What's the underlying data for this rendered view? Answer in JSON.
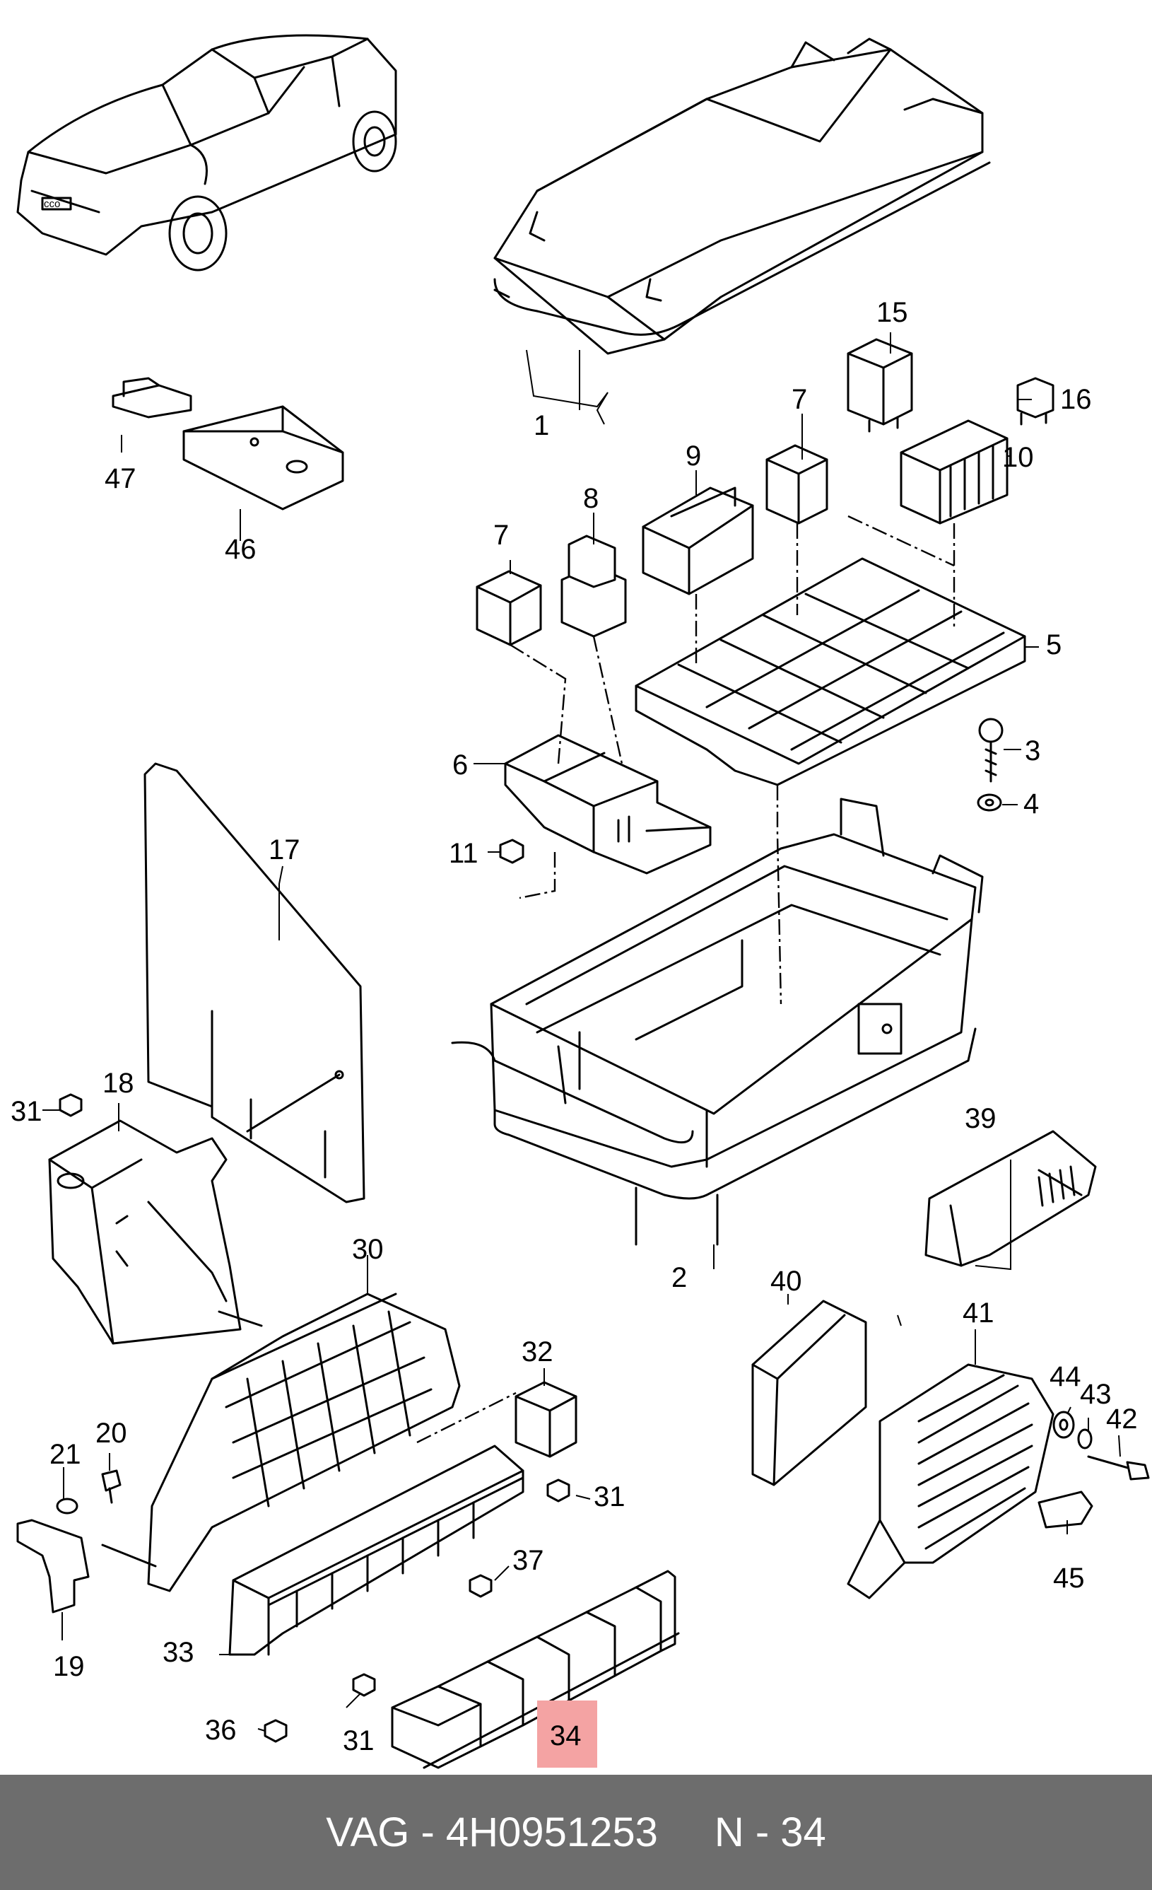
{
  "callouts": [
    {
      "id": "c1",
      "text": "1"
    },
    {
      "id": "c2",
      "text": "2"
    },
    {
      "id": "c3",
      "text": "3"
    },
    {
      "id": "c4",
      "text": "4"
    },
    {
      "id": "c5",
      "text": "5"
    },
    {
      "id": "c6",
      "text": "6"
    },
    {
      "id": "c7a",
      "text": "7"
    },
    {
      "id": "c7b",
      "text": "7"
    },
    {
      "id": "c8",
      "text": "8"
    },
    {
      "id": "c9",
      "text": "9"
    },
    {
      "id": "c10",
      "text": "10"
    },
    {
      "id": "c11",
      "text": "11"
    },
    {
      "id": "c15",
      "text": "15"
    },
    {
      "id": "c16",
      "text": "16"
    },
    {
      "id": "c17",
      "text": "17"
    },
    {
      "id": "c18",
      "text": "18"
    },
    {
      "id": "c19",
      "text": "19"
    },
    {
      "id": "c20",
      "text": "20"
    },
    {
      "id": "c21",
      "text": "21"
    },
    {
      "id": "c30",
      "text": "30"
    },
    {
      "id": "c31a",
      "text": "31"
    },
    {
      "id": "c31b",
      "text": "31"
    },
    {
      "id": "c31c",
      "text": "31"
    },
    {
      "id": "c32",
      "text": "32"
    },
    {
      "id": "c33",
      "text": "33"
    },
    {
      "id": "c34",
      "text": "34"
    },
    {
      "id": "c36",
      "text": "36"
    },
    {
      "id": "c37",
      "text": "37"
    },
    {
      "id": "c39",
      "text": "39"
    },
    {
      "id": "c40",
      "text": "40"
    },
    {
      "id": "c41",
      "text": "41"
    },
    {
      "id": "c42",
      "text": "42"
    },
    {
      "id": "c43",
      "text": "43"
    },
    {
      "id": "c44",
      "text": "44"
    },
    {
      "id": "c45",
      "text": "45"
    },
    {
      "id": "c46",
      "text": "46"
    },
    {
      "id": "c47",
      "text": "47"
    }
  ],
  "highlighted_callout": "34",
  "car_badge": "cco",
  "footer": {
    "part_label": "VAG - 4H0951253",
    "number_label": "N - 34"
  },
  "colors": {
    "footer_background": "#6d6d6d",
    "footer_text": "#ffffff",
    "highlight": "#f4a3a3",
    "line": "#000000"
  }
}
